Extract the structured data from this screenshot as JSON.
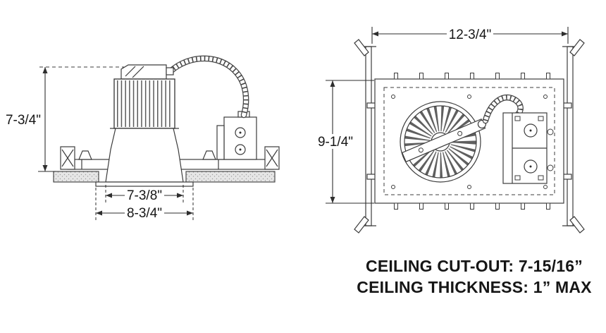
{
  "side_view": {
    "height": "7-3/4\"",
    "aperture_width": "7-3/8\"",
    "frame_width": "8-3/4\""
  },
  "plan_view": {
    "width": "12-3/4\"",
    "depth": "9-1/4\""
  },
  "notes": {
    "cutout": "CEILING CUT-OUT: 7-15/16”",
    "thickness": "CEILING THICKNESS: 1” MAX"
  },
  "colors": {
    "line": "#3c3c3c",
    "text": "#161616",
    "ceiling_fill": "#e6e6e6"
  }
}
